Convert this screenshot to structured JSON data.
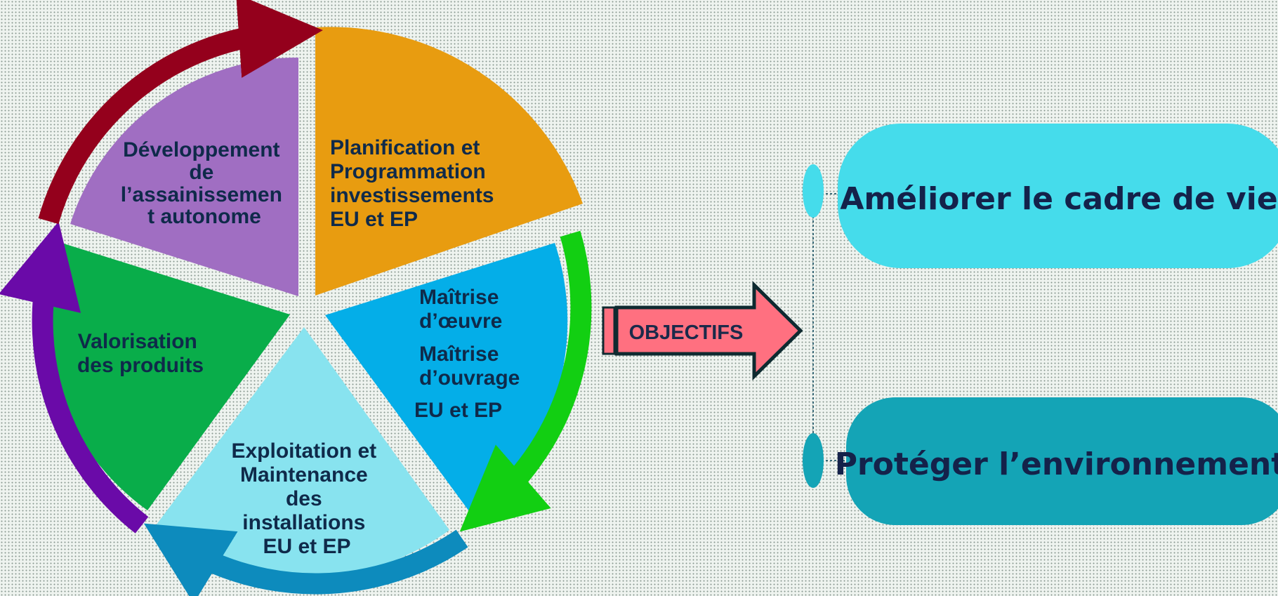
{
  "cycle": {
    "segments": {
      "planification": {
        "label_lines": [
          "Planification et",
          "Programmation",
          "investissements",
          "EU et EP"
        ],
        "color": "#e89c10"
      },
      "maitrise": {
        "label_lines": [
          "Maîtrise",
          "d’œuvre",
          "Maîtrise",
          "d’ouvrage",
          "EU et EP"
        ],
        "color": "#04aee8"
      },
      "exploitation": {
        "label_lines": [
          "Exploitation et",
          "Maintenance",
          "des",
          "installations",
          "EU et EP"
        ],
        "color": "#88e3ef"
      },
      "valorisation": {
        "label_lines": [
          "Valorisation",
          "des produits"
        ],
        "color": "#09ad4a"
      },
      "developpement": {
        "label_lines": [
          "Développement",
          "de",
          "l’assainissemen",
          "t autonome"
        ],
        "color": "#a06ec2"
      }
    },
    "arrow_colors": {
      "planification": "#12cf12",
      "maitrise": "#0d8bbd",
      "exploitation": "#6a0aa8",
      "valorisation": "#94001c"
    }
  },
  "objectifs_arrow": {
    "label": "OBJECTIFS",
    "color": "#ff7080"
  },
  "goals": [
    {
      "label": "Améliorer le cadre de vie",
      "color": "#45dceb"
    },
    {
      "label": "Protéger l’environnement",
      "color": "#14a4b6"
    }
  ]
}
